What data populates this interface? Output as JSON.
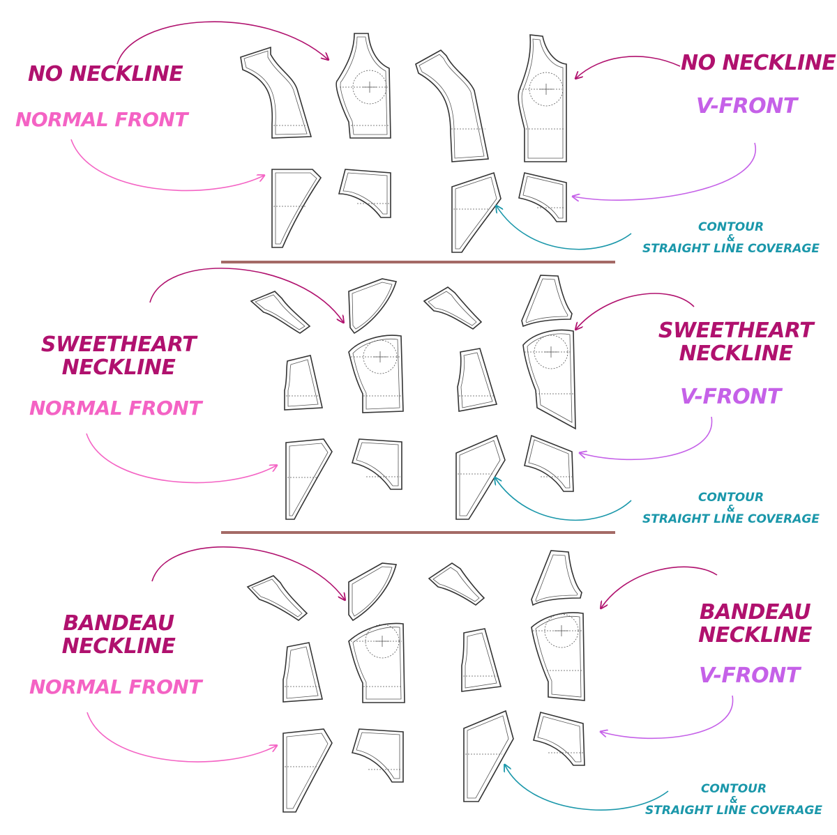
{
  "sections": [
    {
      "left": {
        "neckline": "NO NECKLINE",
        "front": "NORMAL FRONT"
      },
      "right": {
        "neckline": "NO NECKLINE",
        "front": "V-FRONT"
      },
      "coverage": {
        "line1": "CONTOUR",
        "amp": "&",
        "line2": "STRAIGHT LINE COVERAGE"
      }
    },
    {
      "left": {
        "neckline_l1": "SWEETHEART",
        "neckline_l2": "NECKLINE",
        "front": "NORMAL FRONT"
      },
      "right": {
        "neckline_l1": "SWEETHEART",
        "neckline_l2": "NECKLINE",
        "front": "V-FRONT"
      },
      "coverage": {
        "line1": "CONTOUR",
        "amp": "&",
        "line2": "STRAIGHT LINE COVERAGE"
      }
    },
    {
      "left": {
        "neckline_l1": "BANDEAU",
        "neckline_l2": "NECKLINE",
        "front": "NORMAL FRONT"
      },
      "right": {
        "neckline_l1": "BANDEAU",
        "neckline_l2": "NECKLINE",
        "front": "V-FRONT"
      },
      "coverage": {
        "line1": "CONTOUR",
        "amp": "&",
        "line2": "STRAIGHT LINE COVERAGE"
      }
    }
  ],
  "colors": {
    "neckline": "#b0116e",
    "normal_front": "#f463c4",
    "v_front": "#c561e8",
    "coverage": "#1a97aa",
    "divider": "#a46a66"
  },
  "icons": [
    "pattern-piece-icon",
    "curved-arrow-icon"
  ]
}
